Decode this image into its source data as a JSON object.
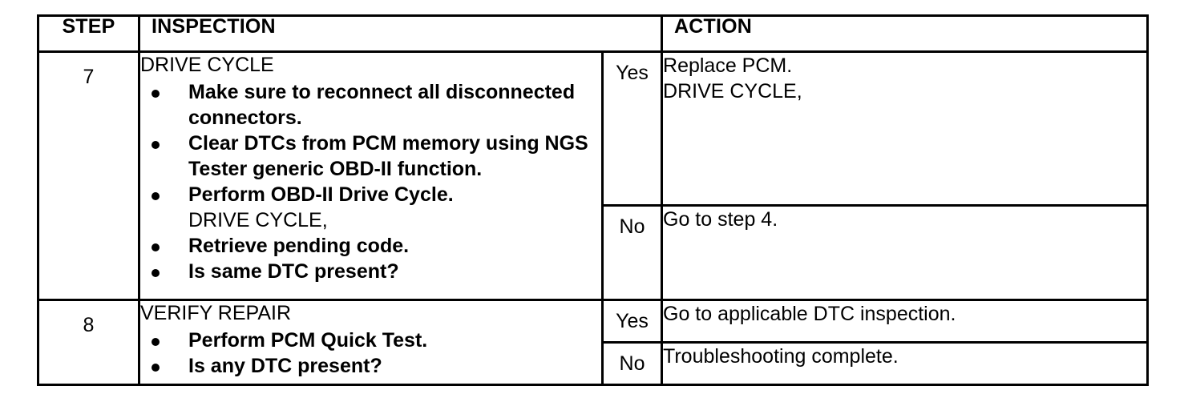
{
  "table": {
    "headers": {
      "step": "STEP",
      "inspection": "INSPECTION",
      "action": "ACTION"
    },
    "rows": [
      {
        "step": "7",
        "inspection": {
          "title": "DRIVE CYCLE",
          "bullets": [
            {
              "text": "Make sure to reconnect all disconnected connectors.",
              "bold": false,
              "sub": ""
            },
            {
              "text": "Clear DTCs from PCM memory using NGS Tester generic OBD-II function.",
              "bold": false,
              "sub": ""
            },
            {
              "text": "Perform OBD-II Drive Cycle.",
              "bold": false,
              "sub": "DRIVE CYCLE,"
            },
            {
              "text": "Retrieve pending code.",
              "bold": false,
              "sub": ""
            },
            {
              "text": "Is same DTC present?",
              "bold": true,
              "sub": ""
            }
          ]
        },
        "outcomes": [
          {
            "label": "Yes",
            "lines": [
              "Replace PCM.",
              "DRIVE CYCLE,"
            ]
          },
          {
            "label": "No",
            "lines": [
              "Go to step 4."
            ]
          }
        ]
      },
      {
        "step": "8",
        "inspection": {
          "title": "VERIFY REPAIR",
          "bullets": [
            {
              "text": "Perform PCM Quick Test.",
              "bold": false,
              "sub": ""
            },
            {
              "text": "Is any DTC present?",
              "bold": true,
              "sub": ""
            }
          ]
        },
        "outcomes": [
          {
            "label": "Yes",
            "lines": [
              "Go to applicable DTC inspection."
            ]
          },
          {
            "label": "No",
            "lines": [
              "Troubleshooting complete."
            ]
          }
        ]
      }
    ]
  },
  "colors": {
    "ink": "#000000",
    "paper": "#ffffff"
  }
}
